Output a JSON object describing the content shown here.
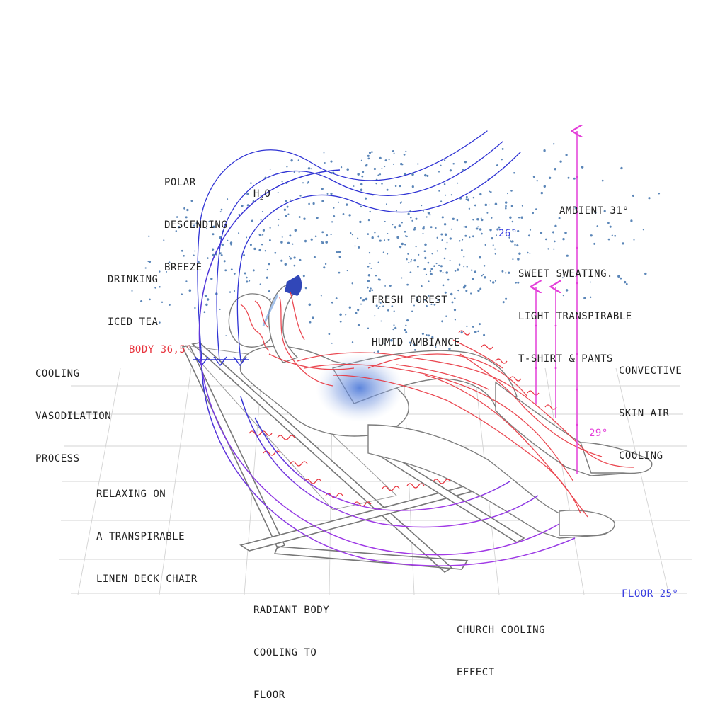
{
  "colors": {
    "breeze": "#2f33d4",
    "radiant": "#9b3ae6",
    "convective": "#e43fd9",
    "vessels": "#e8353f",
    "droplets": "#5b86b8",
    "figure_line": "#7d7d7d",
    "grid": "#cfcfcf",
    "text": "#222222"
  },
  "labels": {
    "polar_breeze": [
      "POLAR",
      "DESCENDING",
      "BREEZE"
    ],
    "h2o": {
      "h": "H",
      "sub": "2",
      "o": "O"
    },
    "drinking": [
      "DRINKING",
      "ICED TEA"
    ],
    "body_temp": "BODY 36,5°",
    "cooling_vaso": [
      "COOLING",
      "VASODILATION",
      "PROCESS"
    ],
    "relaxing": [
      "RELAXING ON",
      "A TRANSPIRABLE",
      "LINEN DECK CHAIR"
    ],
    "radiant": [
      "RADIANT BODY",
      "COOLING TO",
      "FLOOR"
    ],
    "church": [
      "CHURCH COOLING",
      "EFFECT"
    ],
    "fresh_forest": [
      "FRESH FOREST",
      "HUMID AMBIANCE"
    ],
    "temp_26": "26°",
    "ambient": "AMBIENT 31°",
    "sweating": [
      "SWEET SWEATING.",
      "LIGHT TRANSPIRABLE",
      "T-SHIRT & PANTS"
    ],
    "convective": [
      "CONVECTIVE",
      "SKIN AIR",
      "COOLING"
    ],
    "temp_29": "29°",
    "floor": "FLOOR 25°"
  }
}
